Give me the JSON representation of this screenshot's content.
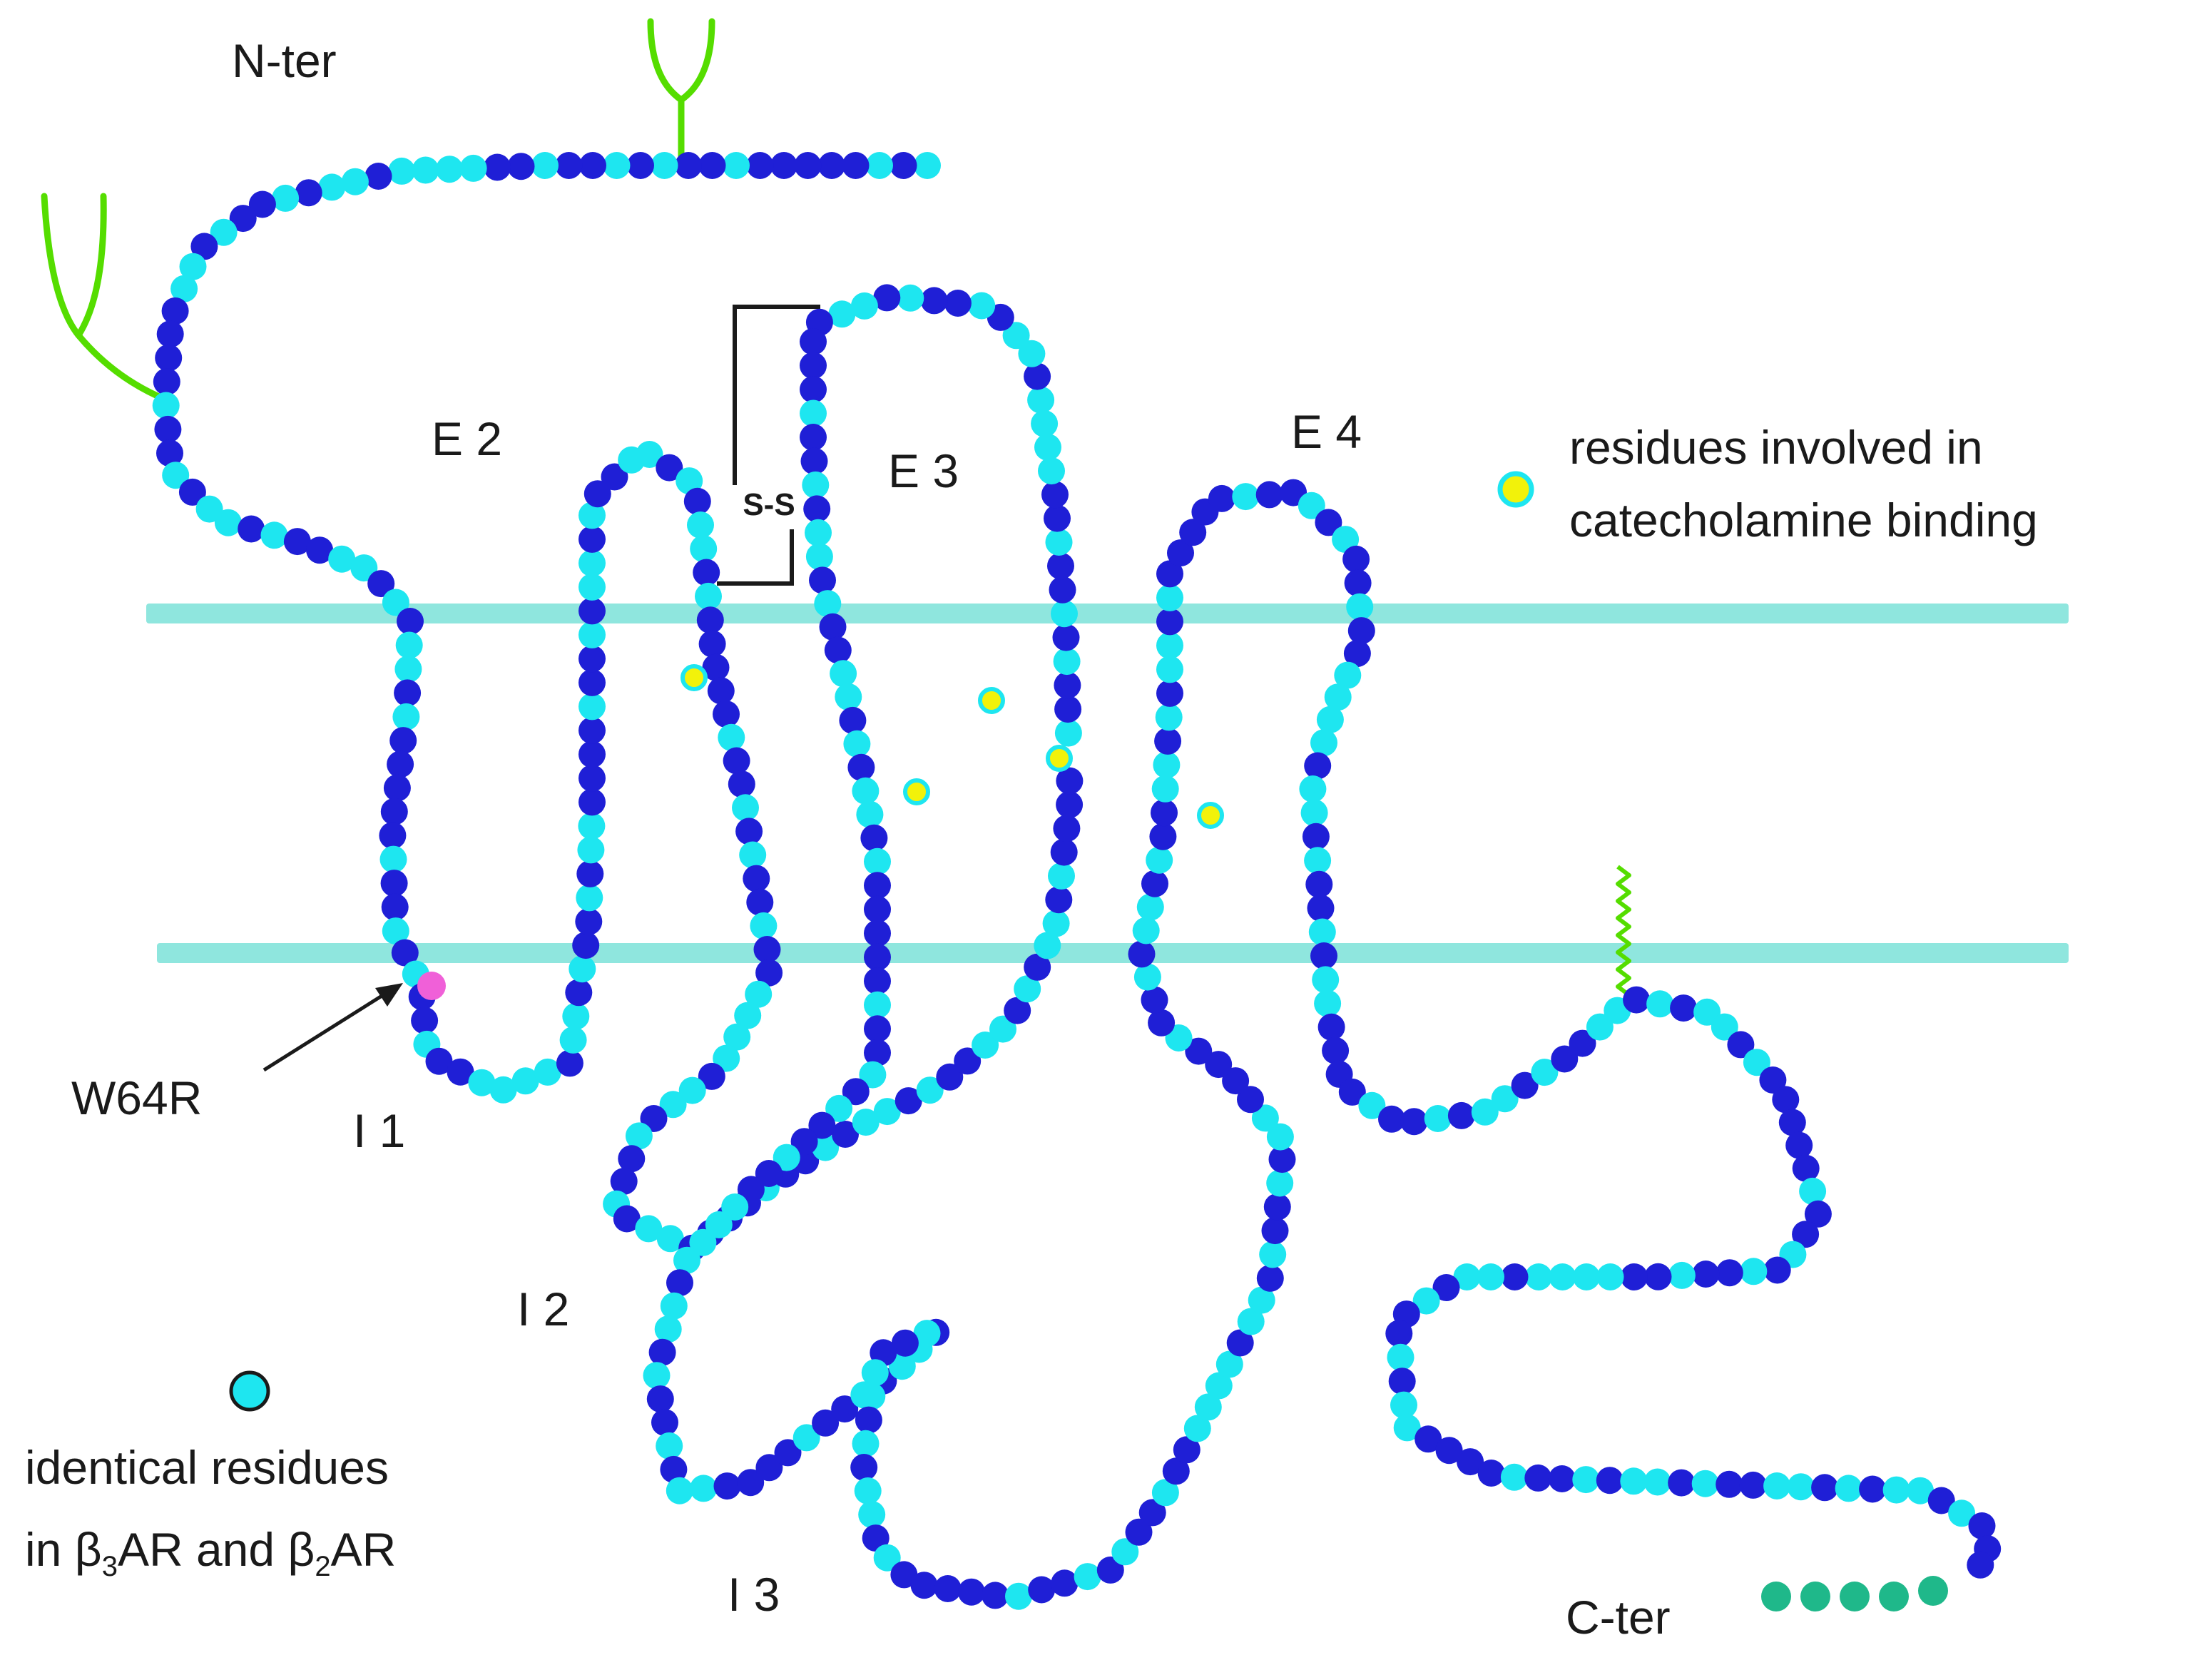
{
  "labels": {
    "n_ter": "N-ter",
    "c_ter": "C-ter",
    "e2": "E 2",
    "e3": "E 3",
    "e4": "E 4",
    "i1": "I 1",
    "i2": "I 2",
    "i3": "I 3",
    "mutation": "W64R",
    "disulfide": "S-S"
  },
  "legend": {
    "binding_line1": "residues involved in",
    "binding_line2": "catecholamine binding",
    "identical_line1": "identical residues",
    "identical_in": "in ",
    "beta": "β",
    "sub3": "3",
    "sub2": "2",
    "ar_and": "AR and  ",
    "ar": "AR"
  },
  "colors": {
    "nonidentical": "#1f1fd6",
    "identical": "#1ee6f0",
    "binding": "#f2f20a",
    "mutation": "#f060d8",
    "cterminal": "#1fb88a",
    "membrane": "#8fe6de",
    "glycosylation": "#55dd00"
  }
}
